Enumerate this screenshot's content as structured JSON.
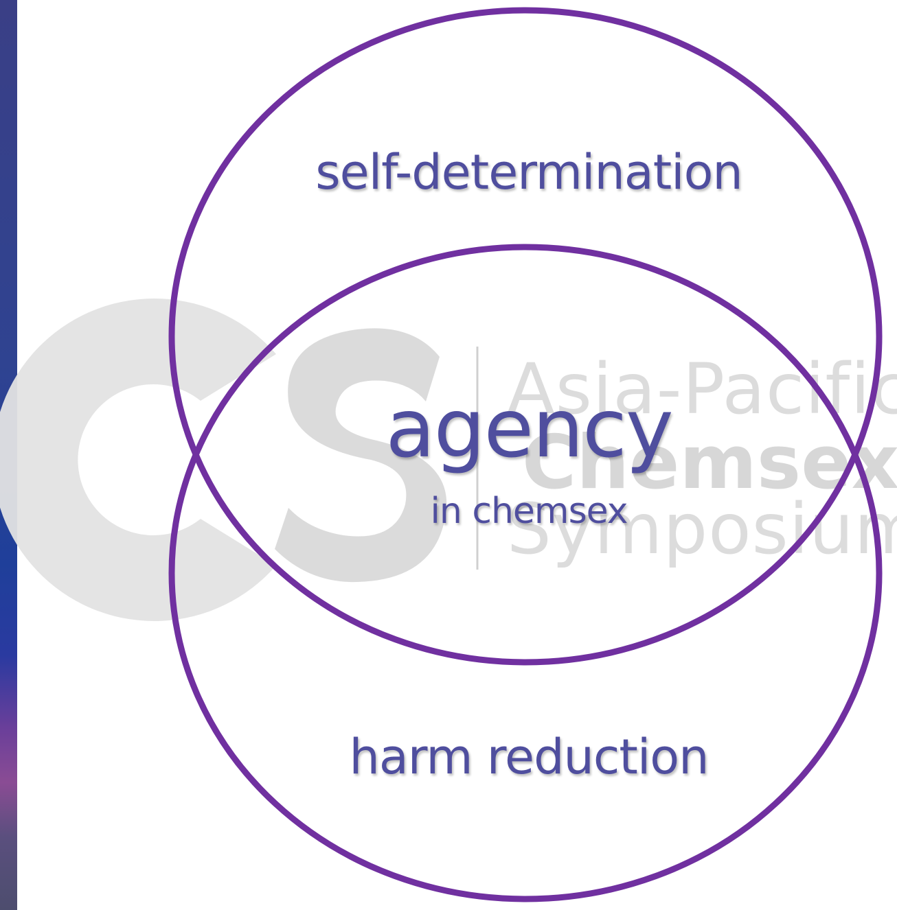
{
  "diagram": {
    "top_circle_label": "self-determination",
    "center_label": "agency",
    "center_sublabel": "in chemsex",
    "bottom_circle_label": "harm reduction"
  },
  "watermark": {
    "monogram": "CS",
    "line1": "Asia-Pacific",
    "line2": "Chemsex",
    "line3": "Symposium"
  },
  "colors": {
    "circle_stroke": "#7030a0",
    "label_text": "#4f4e9e",
    "watermark": "#dcdcdc",
    "side_strip": "#2f4391"
  }
}
